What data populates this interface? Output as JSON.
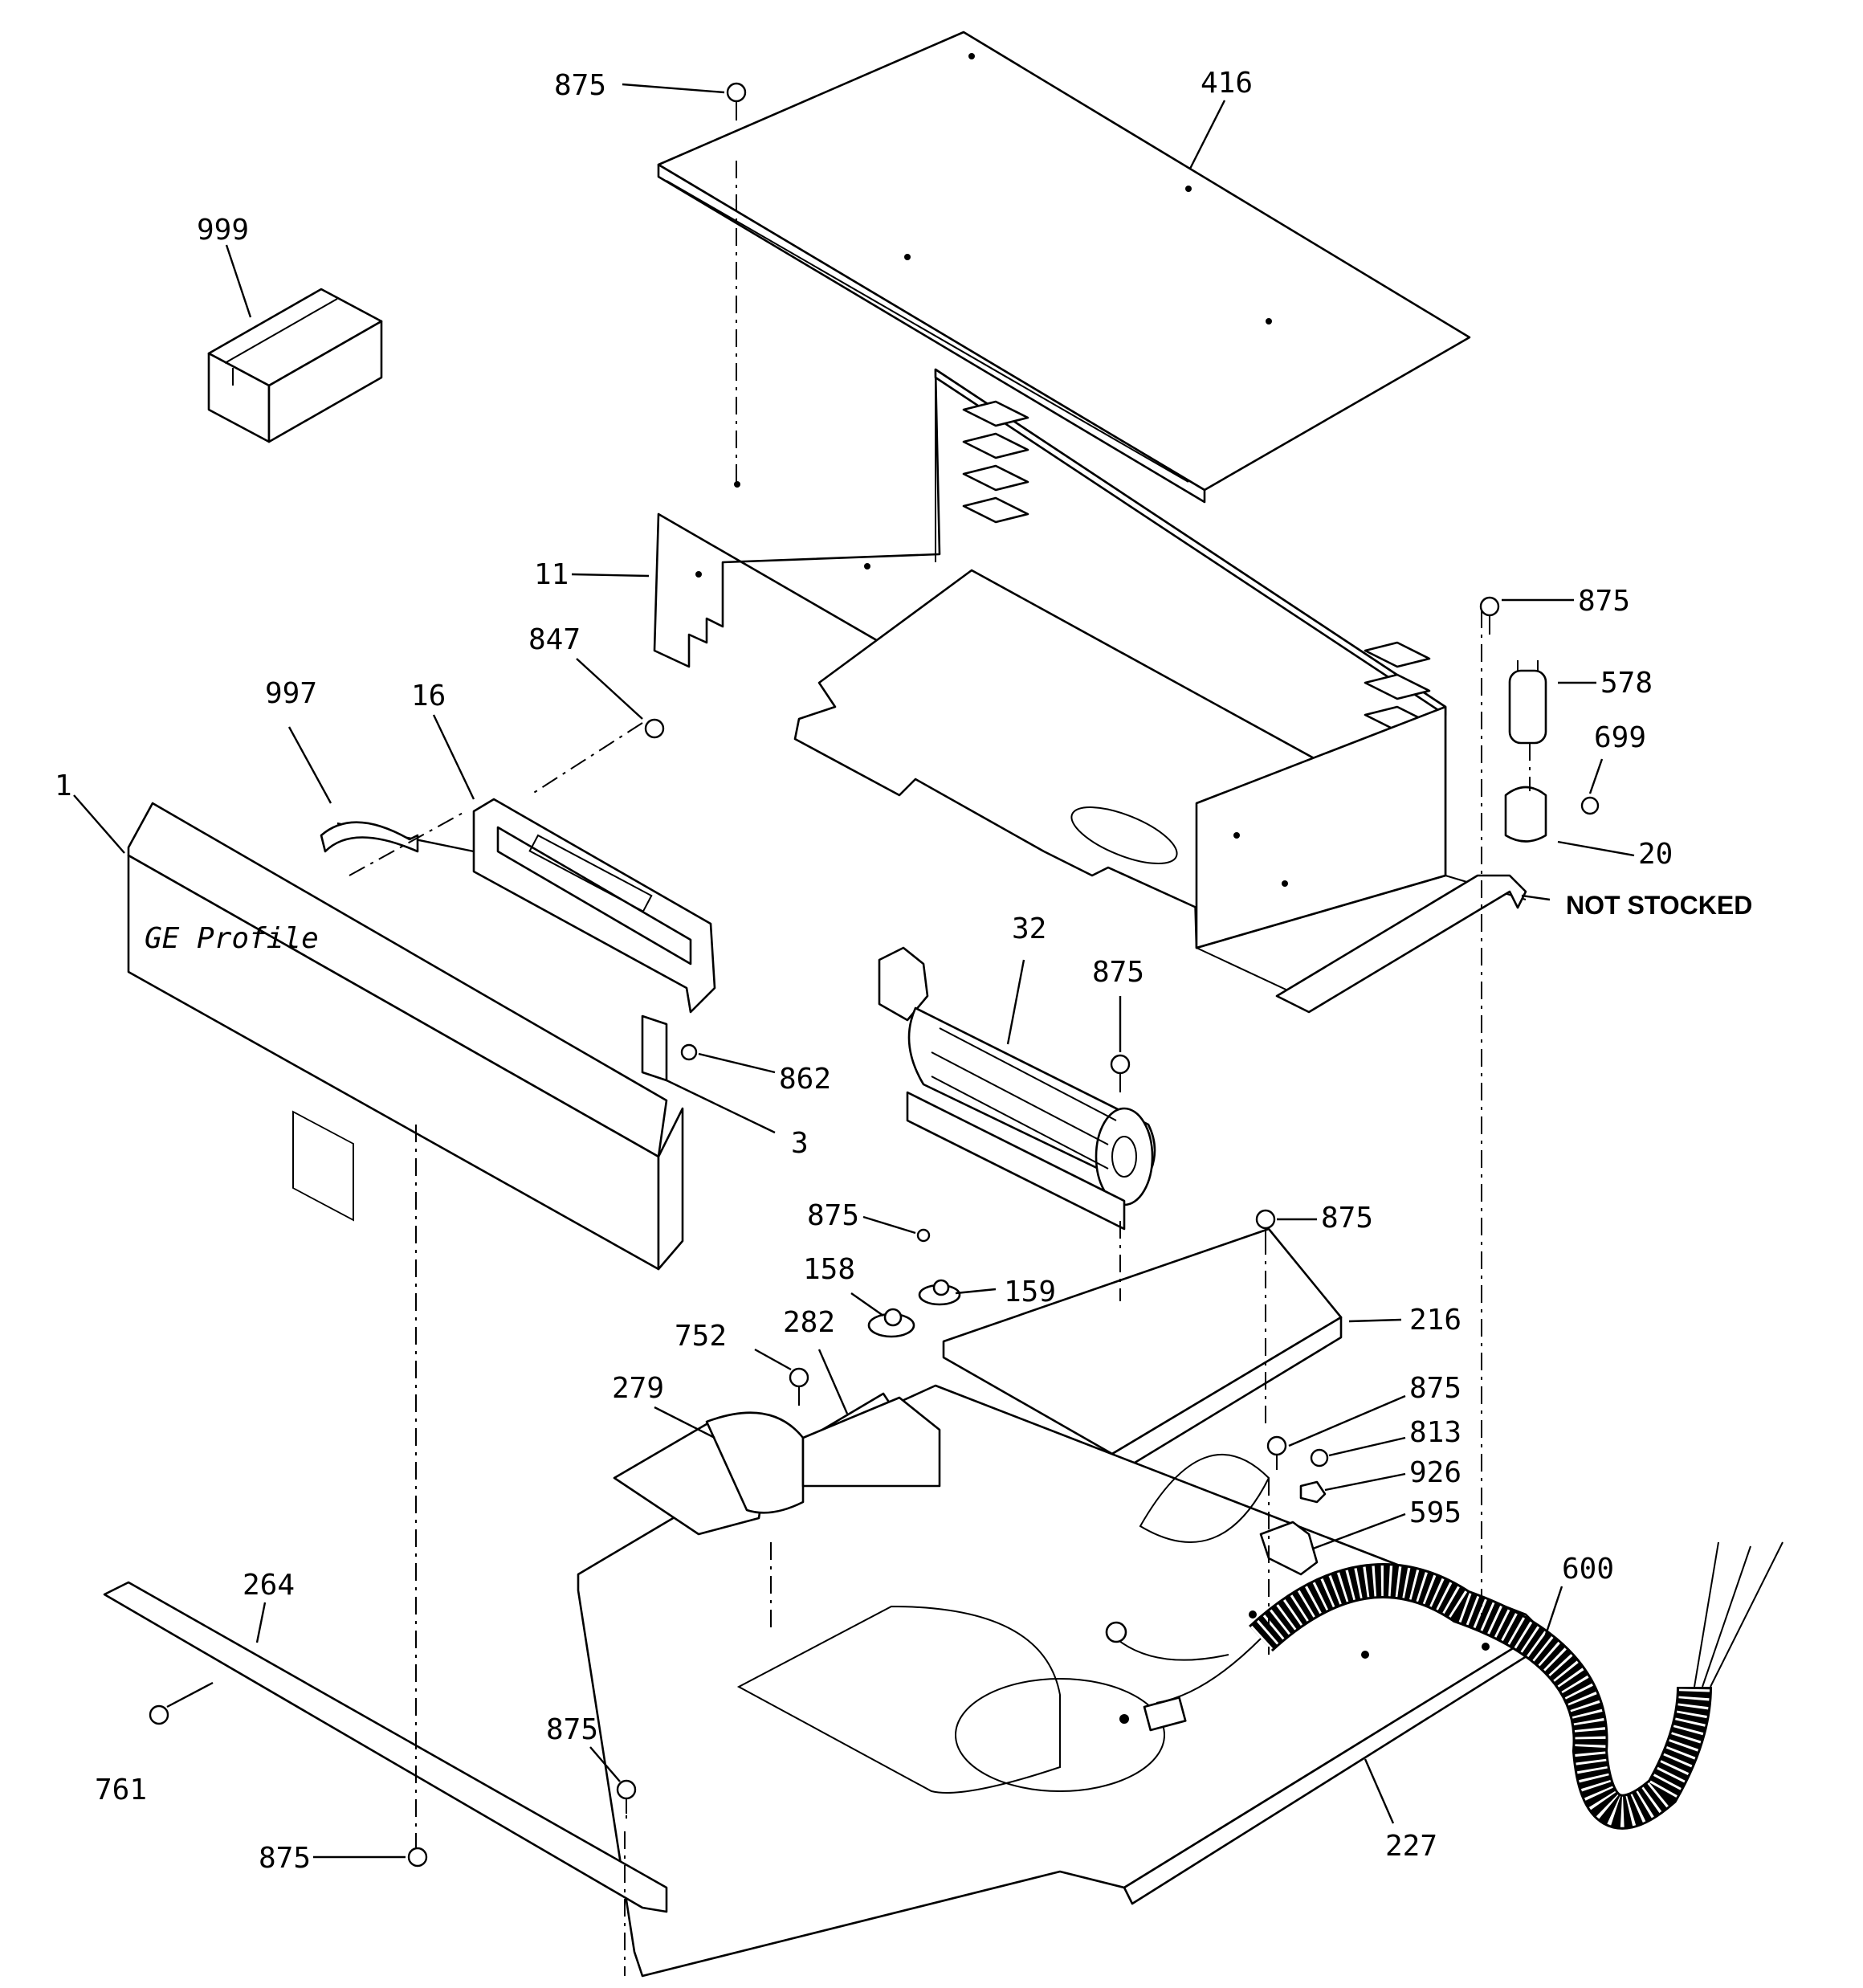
{
  "diagram": {
    "callouts": {
      "c875a": "875",
      "c416": "416",
      "c999": "999",
      "c11": "11",
      "c847": "847",
      "c875b": "875",
      "c578": "578",
      "c699": "699",
      "c20": "20",
      "not_stocked": "NOT STOCKED",
      "c997": "997",
      "c16": "16",
      "c1": "1",
      "c32": "32",
      "c875c": "875",
      "c862": "862",
      "c3": "3",
      "c875d": "875",
      "c158": "158",
      "c159": "159",
      "c875e": "875",
      "c216": "216",
      "c752": "752",
      "c282": "282",
      "c279": "279",
      "c875f": "875",
      "c813": "813",
      "c926": "926",
      "c595": "595",
      "c600": "600",
      "c264": "264",
      "c761": "761",
      "c875g": "875",
      "c875h": "875",
      "c227": "227"
    }
  }
}
